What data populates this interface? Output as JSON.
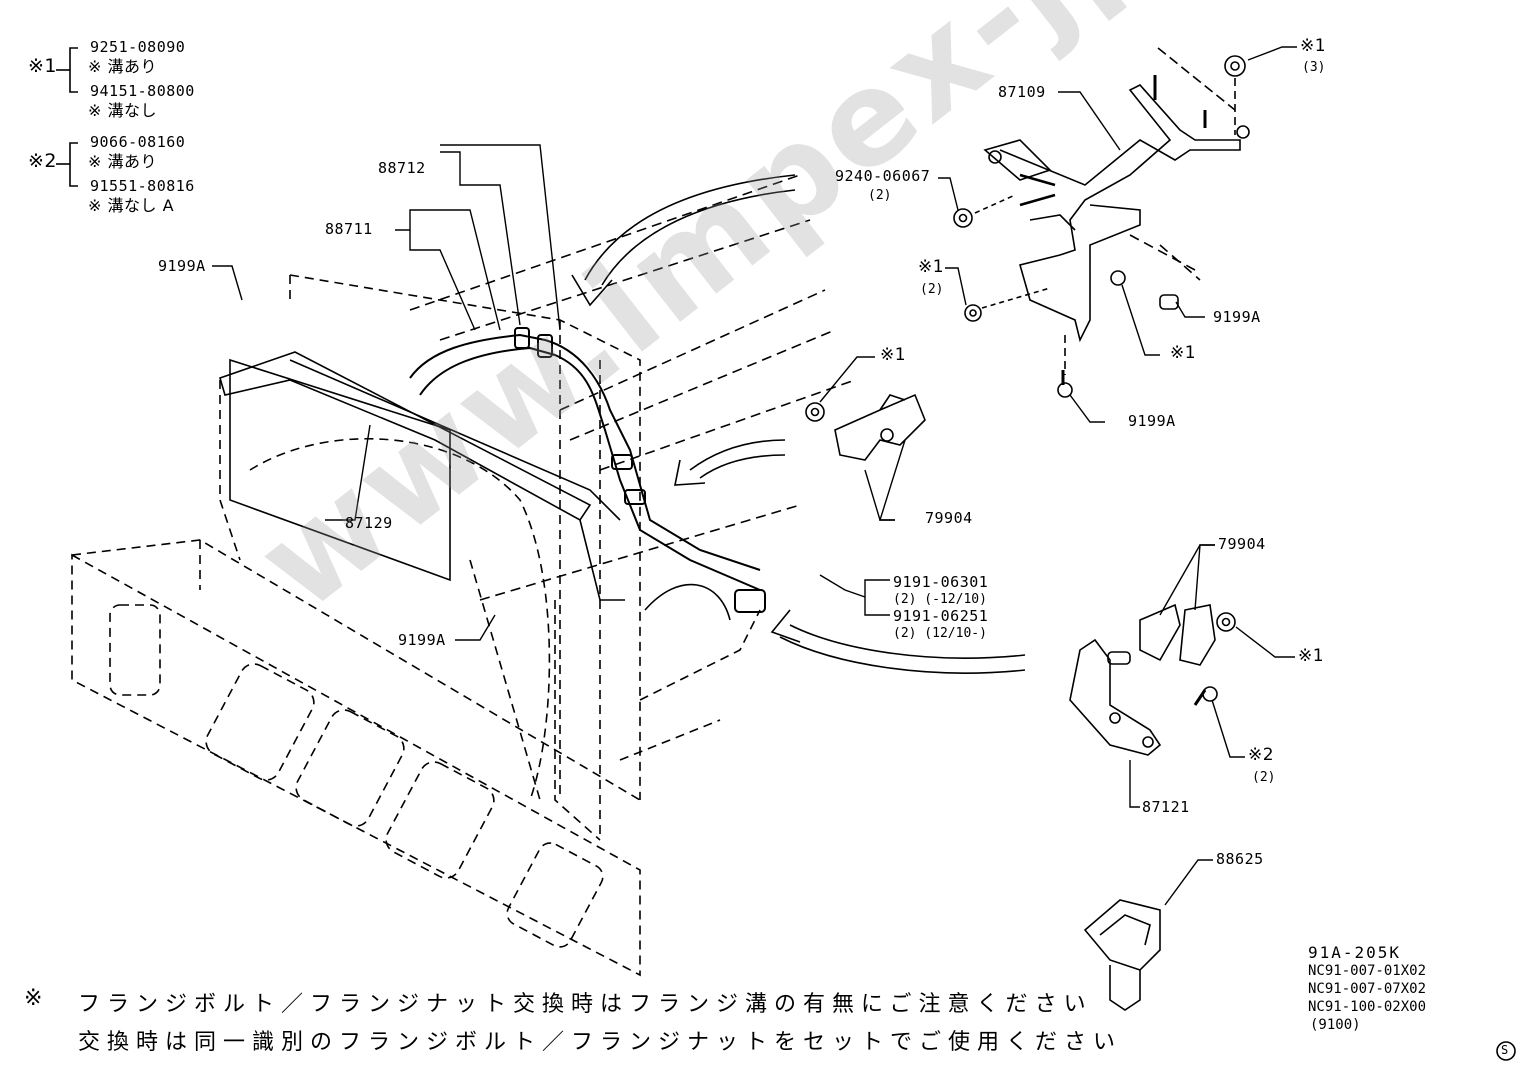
{
  "legend": {
    "ref1": {
      "mark": "※1",
      "options": [
        {
          "part": "9251-08090",
          "desc": "※ 溝あり"
        },
        {
          "part": "94151-80800",
          "desc": "※ 溝なし"
        }
      ]
    },
    "ref2": {
      "mark": "※2",
      "options": [
        {
          "part": "9066-08160",
          "desc": "※ 溝あり"
        },
        {
          "part": "91551-80816",
          "desc": "※ 溝なし A"
        }
      ]
    }
  },
  "callouts": {
    "p88712": "88712",
    "p88711": "88711",
    "p9199a_left": "9199A",
    "p87129": "87129",
    "p9199a_bottom": "9199A",
    "p87109": "87109",
    "p9240": "9240-06067",
    "p9240_qty": "(2)",
    "ref1_top": "※1",
    "ref1_top_qty": "(3)",
    "ref1_mid": "※1",
    "ref1_mid_qty": "(2)",
    "p9199a_right": "9199A",
    "ref1_right": "※1",
    "p9199a_right_lower": "9199A",
    "ref1_clip": "※1",
    "p79904_a": "79904",
    "p79904_b": "79904",
    "p9191_a": "9191-06301",
    "p9191_a_qty": "(2) (-12/10)",
    "p9191_b": "9191-06251",
    "p9191_b_qty": "(2) (12/10-)",
    "ref1_lower": "※1",
    "ref2_lower": "※2",
    "ref2_lower_qty": "(2)",
    "p87121": "87121",
    "p88625": "88625"
  },
  "codes": {
    "figure": "91A-205K",
    "lines": [
      "NC91-007-01X02",
      "NC91-007-07X02",
      "NC91-100-02X00"
    ],
    "model": "(9100)",
    "badge": "S"
  },
  "notes": {
    "mark": "※",
    "line1": "フランジボルト／フランジナット交換時はフランジ溝の有無にご注意ください",
    "line2": "交換時は同一識別のフランジボルト／フランジナットをセットでご使用ください"
  },
  "watermark": "www.impex-jp.com"
}
